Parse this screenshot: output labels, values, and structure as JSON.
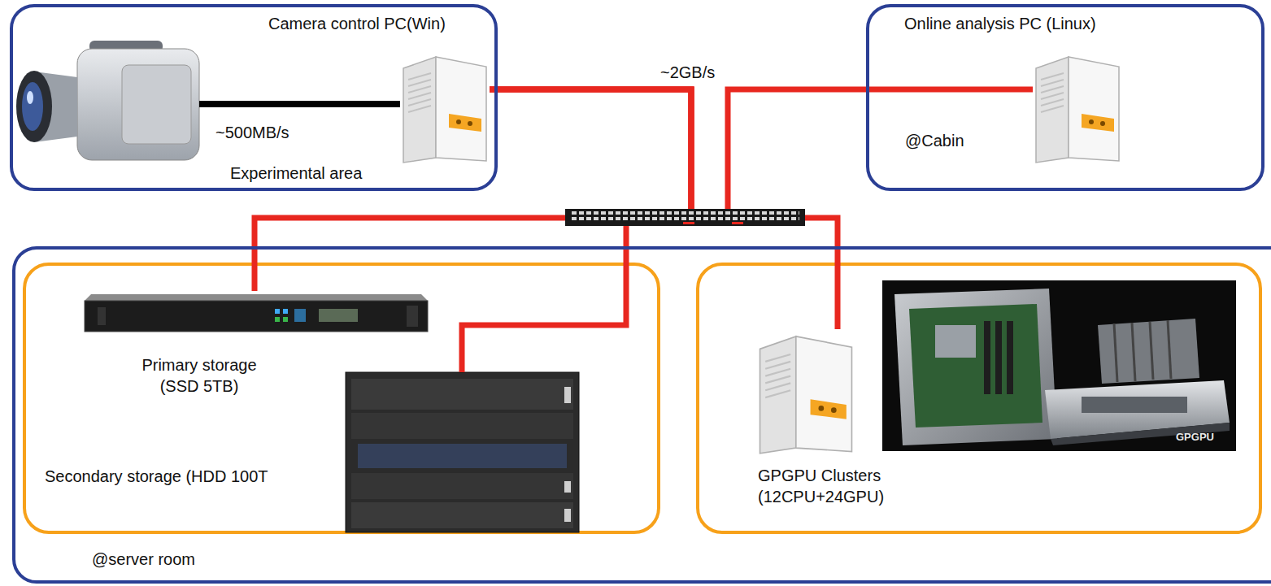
{
  "diagram": {
    "nodes": [
      {
        "text": [
          "Experimental area"
        ]
      },
      {
        "text": [
          "Camera control PC(Win)"
        ],
        "in": 0
      },
      {
        "text": [
          "@Cabin"
        ]
      },
      {
        "text": [
          "Online analysis PC (Linux)"
        ],
        "in": 2
      },
      {
        "text": [
          "@server room"
        ]
      },
      {
        "text": [
          "Primary storage (SSD 5TB)"
        ],
        "in": 4
      },
      {
        "text": [
          "Secondary storage (HDD 100T"
        ],
        "in": 4
      },
      {
        "text": [
          "GPGPU Clusters (12CPU+24GPU)"
        ],
        "in": 4
      }
    ],
    "edges": [
      {
        "from": 1,
        "to": 3,
        "arrow": "none"
      },
      {
        "from": 1,
        "to": 5,
        "arrow": "none"
      },
      {
        "from": 1,
        "to": 6,
        "arrow": "none"
      },
      {
        "from": 1,
        "to": 7,
        "arrow": "none"
      }
    ],
    "labels": [
      "~500MB/s",
      "~2GB/s",
      "GPGPU"
    ]
  }
}
